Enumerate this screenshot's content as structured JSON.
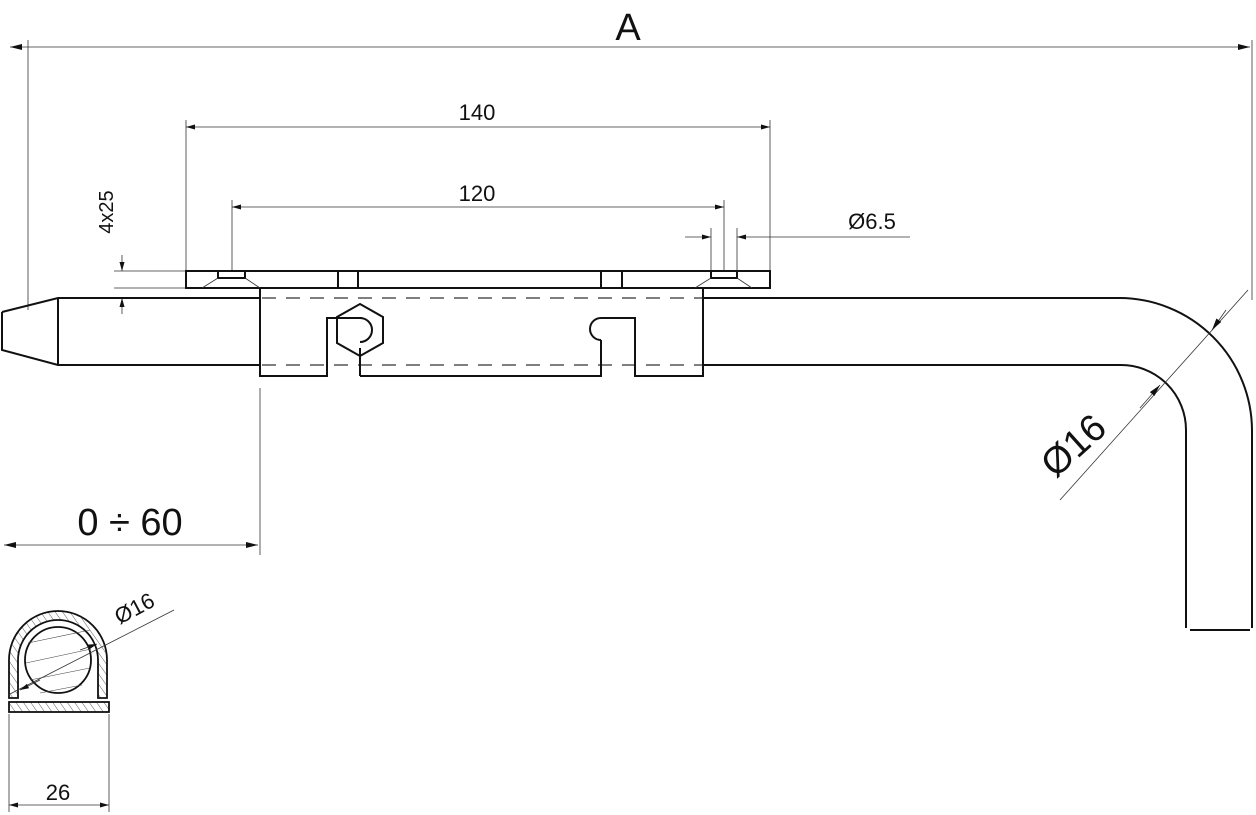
{
  "drawing": {
    "type": "technical-drawing",
    "subject": "bolt latch / door bolt with bent handle",
    "dimensions": {
      "overall_length": "A",
      "plate_length": "140",
      "hole_spacing": "120",
      "hole_diameter": "Ø6.5",
      "screws": "4x25",
      "adjustment_range": "0 ÷ 60",
      "rod_diameter": "Ø16",
      "section_rod_diameter": "Ø16",
      "section_width": "26"
    },
    "colors": {
      "line": "#111111",
      "background": "#ffffff"
    }
  }
}
